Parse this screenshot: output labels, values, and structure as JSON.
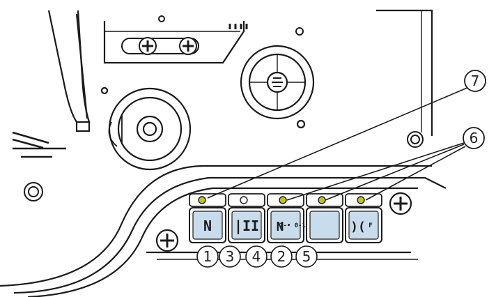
{
  "callouts": {
    "seven": "7",
    "six": "6"
  },
  "buttons": [
    {
      "id": "needle-updown",
      "symbol_main": "N",
      "symbol_sub": "",
      "led": true
    },
    {
      "id": "reverse-feed",
      "symbol_main": "|II",
      "symbol_sub": "",
      "led": false
    },
    {
      "id": "bartack",
      "symbol_main": "N",
      "symbol_sub": "1-• 0-1",
      "led": true
    },
    {
      "id": "blank",
      "symbol_main": "",
      "symbol_sub": "",
      "led": true
    },
    {
      "id": "thread-trim",
      "symbol_main": ")(",
      "symbol_sub": "F",
      "led": true
    }
  ],
  "button_numbers": [
    "1",
    "3",
    "4",
    "2",
    "5"
  ],
  "colors": {
    "button_fill": "#c9dcec",
    "led": "#b8c81e",
    "line": "#1a1a1a"
  }
}
